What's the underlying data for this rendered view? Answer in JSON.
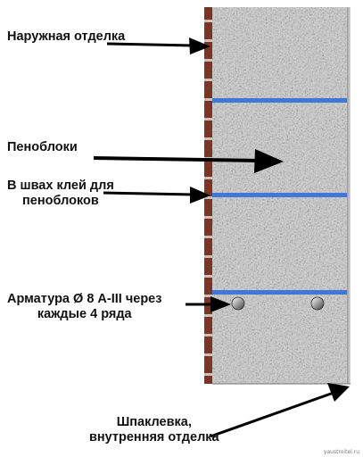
{
  "labels": {
    "outer_finish": "Наружная отделка",
    "foam_blocks": "Пеноблоки",
    "glue_line1": "В швах клей для",
    "glue_line2": "пеноблоков",
    "rebar_line1": "Арматура Ø 8 А-III через",
    "rebar_line2": "каждые 4 ряда",
    "inner_line1": "Шпаклевка,",
    "inner_line2": "внутренняя отделка"
  },
  "watermark": "yaustroitel.ru",
  "colors": {
    "brick": "#8b3e2f",
    "mortar": "#c9c2b8",
    "block": "#cfcfcf",
    "glue": "#3f78d6",
    "plaster": "#bdbdbd",
    "arrow": "#000000"
  },
  "rows": 4,
  "glue_seams": 3,
  "rebars_shown": 2
}
